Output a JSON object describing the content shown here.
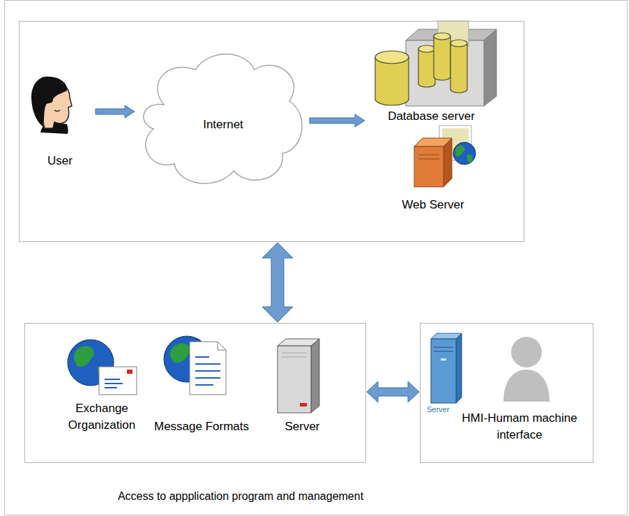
{
  "diagram": {
    "caption": "Access to appplication program and management",
    "nodes": [
      {
        "text": []
      },
      {
        "text": [
          "User"
        ],
        "in": 0
      },
      {
        "text": [
          "Internet"
        ],
        "in": 0
      },
      {
        "text": [
          "Database server"
        ],
        "in": 0
      },
      {
        "text": [
          "Web Server"
        ],
        "in": 0
      },
      {
        "text": []
      },
      {
        "text": [
          "Exchange Organization"
        ],
        "in": 5
      },
      {
        "text": [
          "Message Formats"
        ],
        "in": 5
      },
      {
        "text": [
          "Server"
        ],
        "in": 5
      },
      {
        "text": []
      },
      {
        "text": [
          "Server"
        ],
        "in": 9
      },
      {
        "text": [
          "HMI-Humam machine interface"
        ],
        "in": 9
      }
    ],
    "edges": [
      {
        "from": 1,
        "to": 2,
        "arrow": "to"
      },
      {
        "from": 2,
        "to": 3,
        "arrow": "to"
      },
      {
        "from": 0,
        "to": 5,
        "arrow": "both"
      },
      {
        "from": 5,
        "to": 9,
        "arrow": "both"
      }
    ]
  }
}
